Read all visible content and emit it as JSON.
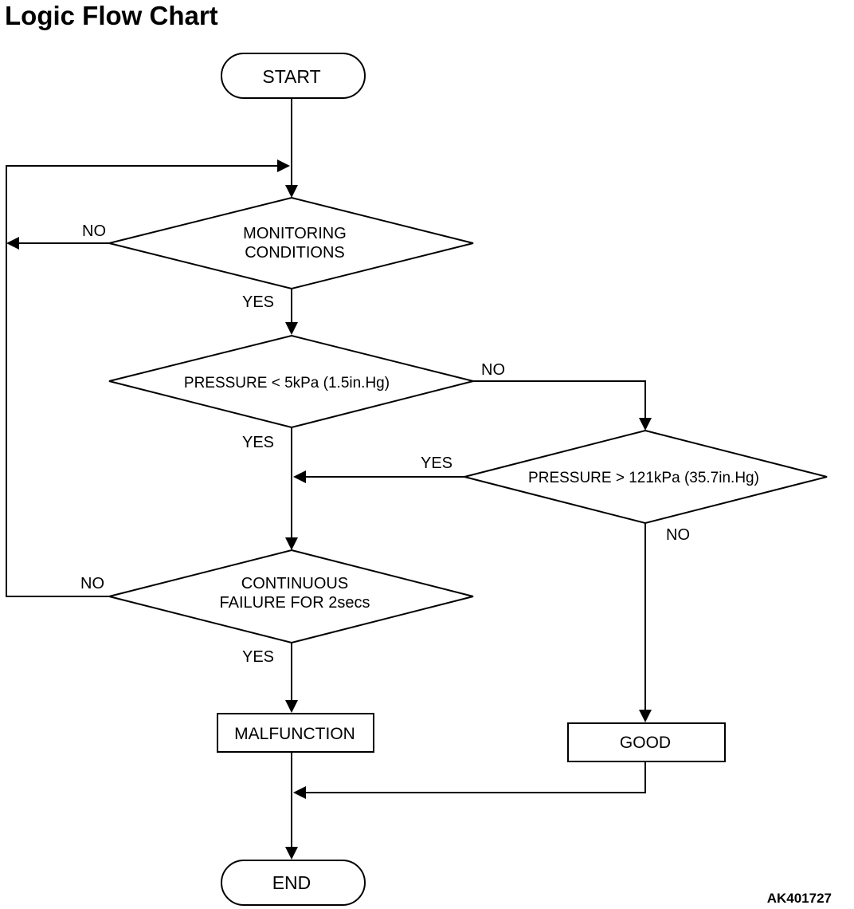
{
  "title": "Logic Flow Chart",
  "figure_code": "AK401727",
  "terminals": {
    "start": "START",
    "end": "END"
  },
  "decisions": {
    "monitoring": [
      "MONITORING",
      "CONDITIONS"
    ],
    "pressure_low": [
      "PRESSURE < 5kPa (1.5in.Hg)"
    ],
    "pressure_high": [
      "PRESSURE > 121kPa (35.7in.Hg)"
    ],
    "continuous": [
      "CONTINUOUS",
      "FAILURE FOR 2secs"
    ]
  },
  "processes": {
    "malfunction": "MALFUNCTION",
    "good": "GOOD"
  },
  "branch_labels": {
    "monitoring_no": "NO",
    "monitoring_yes": "YES",
    "pressure_low_no": "NO",
    "pressure_low_yes": "YES",
    "pressure_high_yes": "YES",
    "pressure_high_no": "NO",
    "continuous_no": "NO",
    "continuous_yes": "YES"
  }
}
